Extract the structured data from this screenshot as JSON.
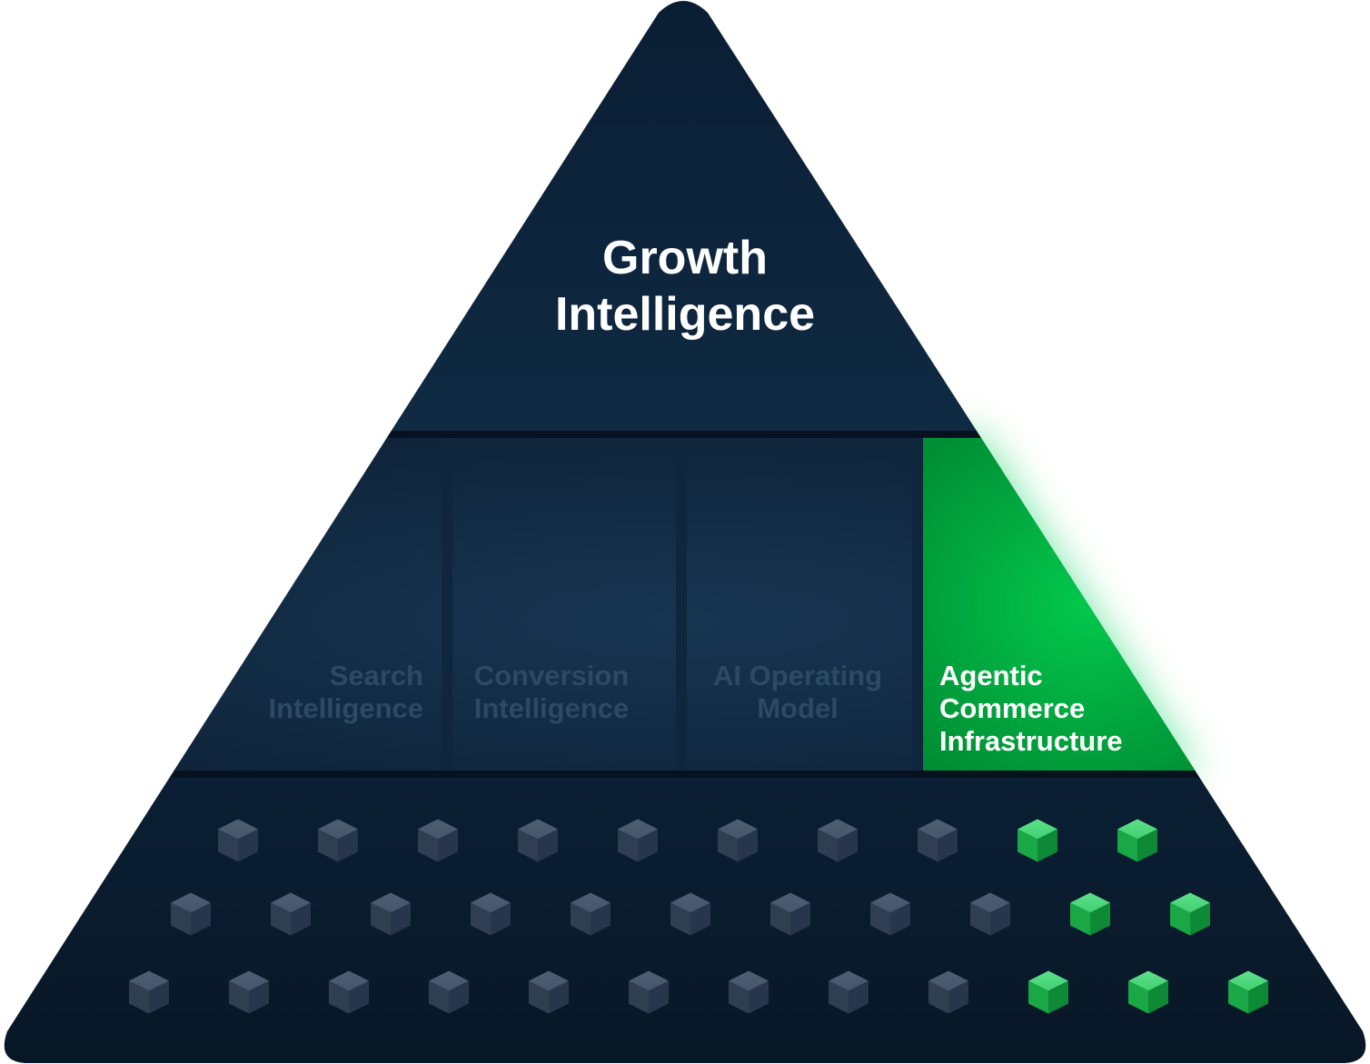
{
  "apex": {
    "line1": "Growth",
    "line2": "Intelligence"
  },
  "pillars": [
    {
      "line1": "Search",
      "line2": "Intelligence",
      "line3": "",
      "highlighted": false
    },
    {
      "line1": "Conversion",
      "line2": "Intelligence",
      "line3": "",
      "highlighted": false
    },
    {
      "line1": "AI Operating",
      "line2": "Model",
      "line3": "",
      "highlighted": false
    },
    {
      "line1": "Agentic",
      "line2": "Commerce",
      "line3": "Infrastructure",
      "highlighted": true
    }
  ],
  "foundation": {
    "rows": [
      {
        "cubes": 10,
        "highlighted_from": 8
      },
      {
        "cubes": 11,
        "highlighted_from": 9
      },
      {
        "cubes": 12,
        "highlighted_from": 9
      }
    ]
  },
  "colors": {
    "pyramid_dark": "#0d2338",
    "pyramid_base": "#0a1a2c",
    "pillar_muted_text": "#2c4a63",
    "accent_green": "#00c04b",
    "cube_gray": "#3a4a5c",
    "cube_green": "#1fbf52"
  }
}
